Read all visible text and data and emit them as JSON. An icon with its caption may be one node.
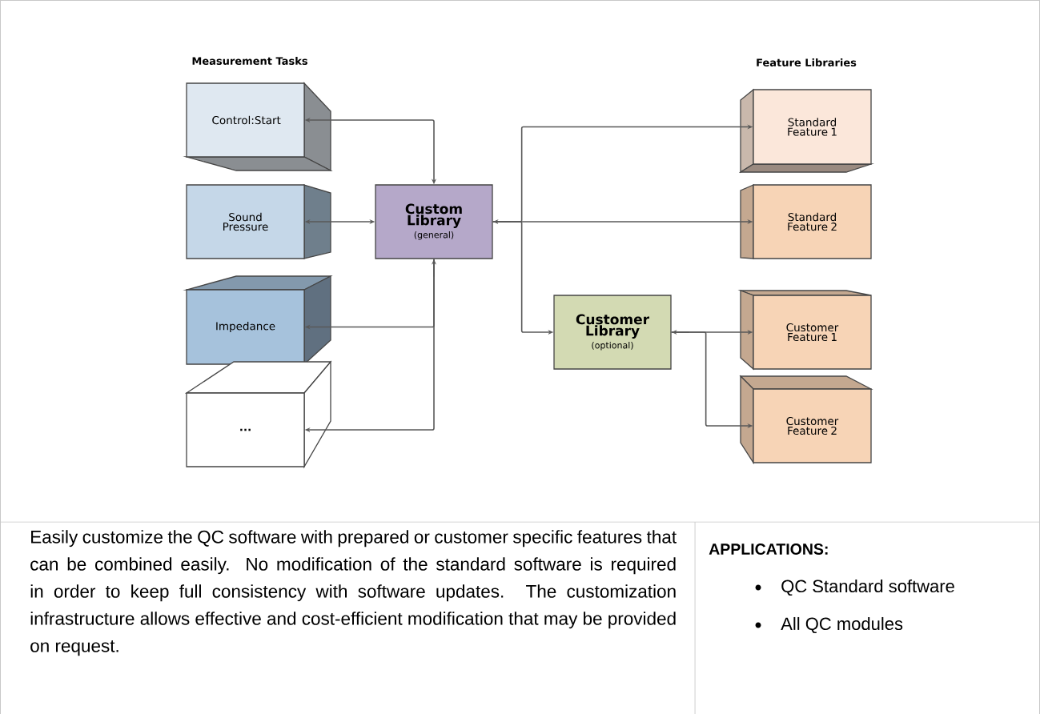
{
  "diagram": {
    "nodes": [
      {
        "text": [
          "Control:Start"
        ]
      },
      {
        "text": [
          "Sound Pressure"
        ]
      },
      {
        "text": [
          "Custom Library",
          "(general)"
        ]
      },
      {
        "text": [
          "Impedance"
        ]
      },
      {
        "text": [
          "..."
        ]
      },
      {
        "text": [
          "Standard Feature 1"
        ]
      },
      {
        "text": [
          "Standard Feature 2"
        ]
      },
      {
        "text": [
          "Customer Library",
          "(optional)"
        ]
      },
      {
        "text": [
          "Customer Feature 1"
        ]
      },
      {
        "text": [
          "Customer Feature 2"
        ]
      }
    ],
    "edges": [
      {
        "from": 2,
        "to": 0,
        "arrow": "both"
      },
      {
        "from": 1,
        "to": 2,
        "arrow": "both"
      },
      {
        "from": 2,
        "to": 3,
        "arrow": "both"
      },
      {
        "from": 2,
        "to": 4,
        "arrow": "both"
      },
      {
        "from": 2,
        "to": 5,
        "arrow": "both"
      },
      {
        "from": 2,
        "to": 6,
        "arrow": "both"
      },
      {
        "from": 2,
        "to": 7,
        "arrow": "both"
      },
      {
        "from": 7,
        "to": 8,
        "arrow": "both"
      },
      {
        "from": 7,
        "to": 9,
        "arrow": "both"
      }
    ],
    "labels": [
      "Measurement Tasks",
      "Feature Libraries",
      "Easily customize the QC software with prepared or customer specific features that can be combined easily. No modification of the standard software is required in order to keep full consistency with software updates. The customization infrastructure allows effective and cost-efficient modification that may be provided on request.",
      "APPLICATIONS:",
      "QC Standard software",
      "All QC modules"
    ]
  }
}
